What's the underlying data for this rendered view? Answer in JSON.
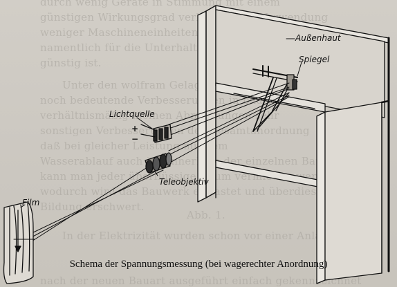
{
  "background_text": [
    "durch wenig Geräte in Stimmung mit einem",
    "günstigen Wirkungsgrad verbessert die Verwendung",
    "weniger Maschineneinheiten und der Bedienung, was",
    "namentlich für die Unterhaltung auch der Maschinen",
    "günstig ist.",
    "Unter den wolfram Gelagerten Bauteil sind",
    "noch bedeutende Verbesserungen in baulicher",
    "verhältnismäßig kleinen Abmessungen sehr",
    "sonstigen Verbesserungen der Gesamtanordnung",
    "daß bei gleicher Leistung mit dem",
    "Wasserablauf auch ist. Innerhalb der einzelnen Bauteile",
    "kann man jeder überflüssige Raum vermieden werden,",
    "wodurch wird das Bauwerk entlastet und überdies",
    "Bildung erschwert.",
    "Abb. 1.",
    "In der Elektrizität wurden schon vor einer Anlage",
    "nach der neuen Bauart ausgeführt einfach gekennzeichnet"
  ],
  "labels": {
    "aussenhaut": "Außenhaut",
    "spiegel": "Spiegel",
    "lichtquelle": "Lichtquelle",
    "teleobjektiv": "Teleobjektiv",
    "film": "Film",
    "plus": "+",
    "minus": "−"
  },
  "caption": "Schema der Spannungsmessung (bei wagerechter Anordnung)"
}
